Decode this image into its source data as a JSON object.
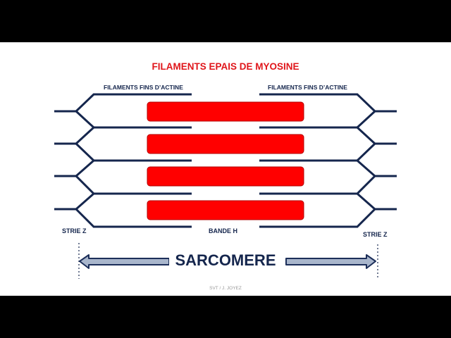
{
  "title": "FILAMENTS EPAIS DE MYOSINE",
  "actin_label_left": "FILAMENTS FINS D’ACTINE",
  "actin_label_right": "FILAMENTS FINS D’ACTINE",
  "z_line_left": "STRIE Z",
  "z_line_right": "STRIE Z",
  "h_band": "BANDE H",
  "sarcomere": "SARCOMERE",
  "credit": "SVT / J. JOYEZ",
  "colors": {
    "myosin": "#ff0000",
    "actin": "#15264d",
    "title": "#e0161b",
    "arrow_fill": "#a9b6cc",
    "arrow_stroke": "#1c2e59"
  }
}
